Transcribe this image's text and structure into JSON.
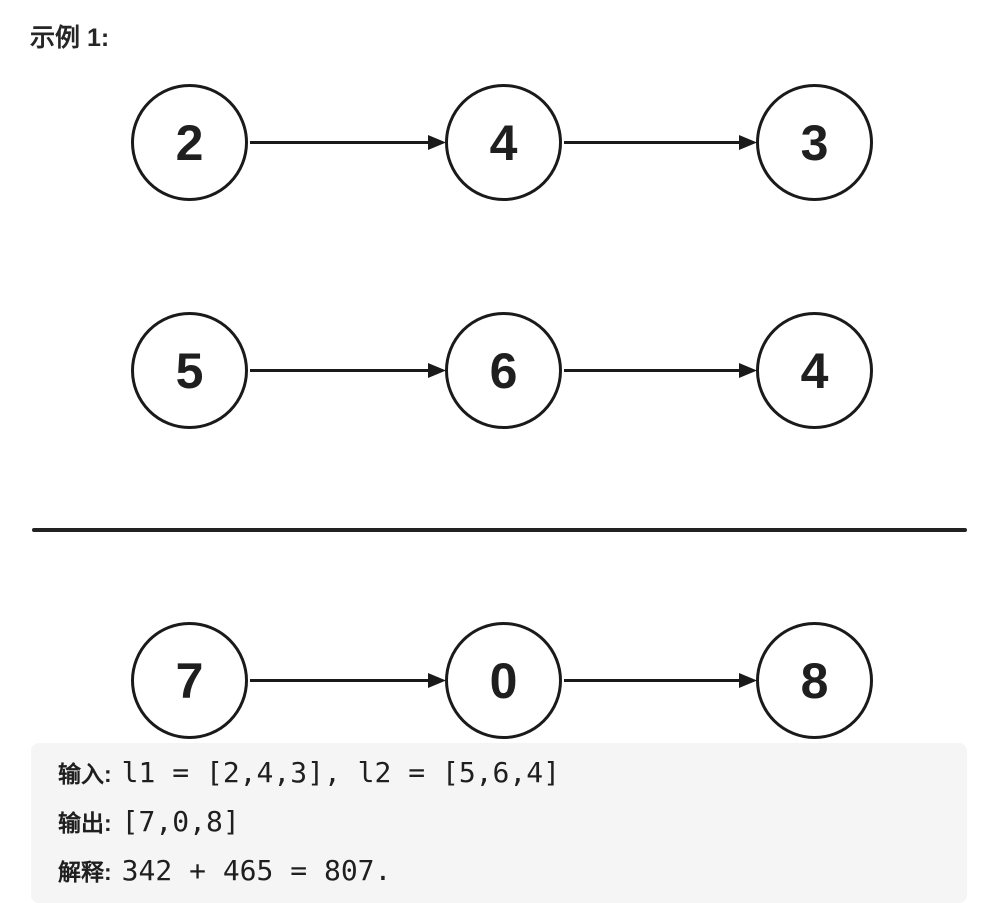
{
  "title": "示例 1:",
  "colors": {
    "text": "#262626",
    "node_stroke": "#1a1a1a",
    "divider": "#222222",
    "block_bg": "#f5f5f5"
  },
  "diagram": {
    "type": "linked-lists",
    "lists": [
      [
        "2",
        "4",
        "3"
      ],
      [
        "5",
        "6",
        "4"
      ],
      [
        "7",
        "0",
        "8"
      ]
    ]
  },
  "example_block": {
    "lines": [
      {
        "label": "输入:",
        "value": "l1 = [2,4,3], l2 = [5,6,4]"
      },
      {
        "label": "输出:",
        "value": "[7,0,8]"
      },
      {
        "label": "解释:",
        "value": "342 + 465 = 807."
      }
    ]
  }
}
